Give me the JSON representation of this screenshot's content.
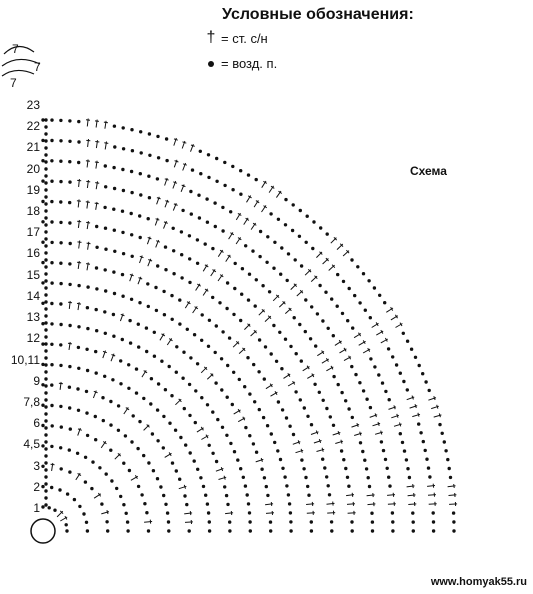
{
  "legend": {
    "title": "Условные обозначения:",
    "items": [
      {
        "symbol": "dc-symbol-icon",
        "text": "= ст. с/н"
      },
      {
        "symbol": "chain-dot-icon",
        "text": "= возд. п."
      }
    ]
  },
  "scheme_label": "Схема",
  "site_url": "www.homyak55.ru",
  "repeat_numbers": [
    "7",
    "7",
    "7"
  ],
  "row_numbers": [
    "1",
    "2",
    "3",
    "4,5",
    "6",
    "7,8",
    "9",
    "10,11",
    "12",
    "13",
    "14",
    "15",
    "16",
    "17",
    "18",
    "19",
    "20",
    "21",
    "22",
    "23"
  ],
  "colors": {
    "ink": "#111111",
    "background": "#ffffff"
  }
}
